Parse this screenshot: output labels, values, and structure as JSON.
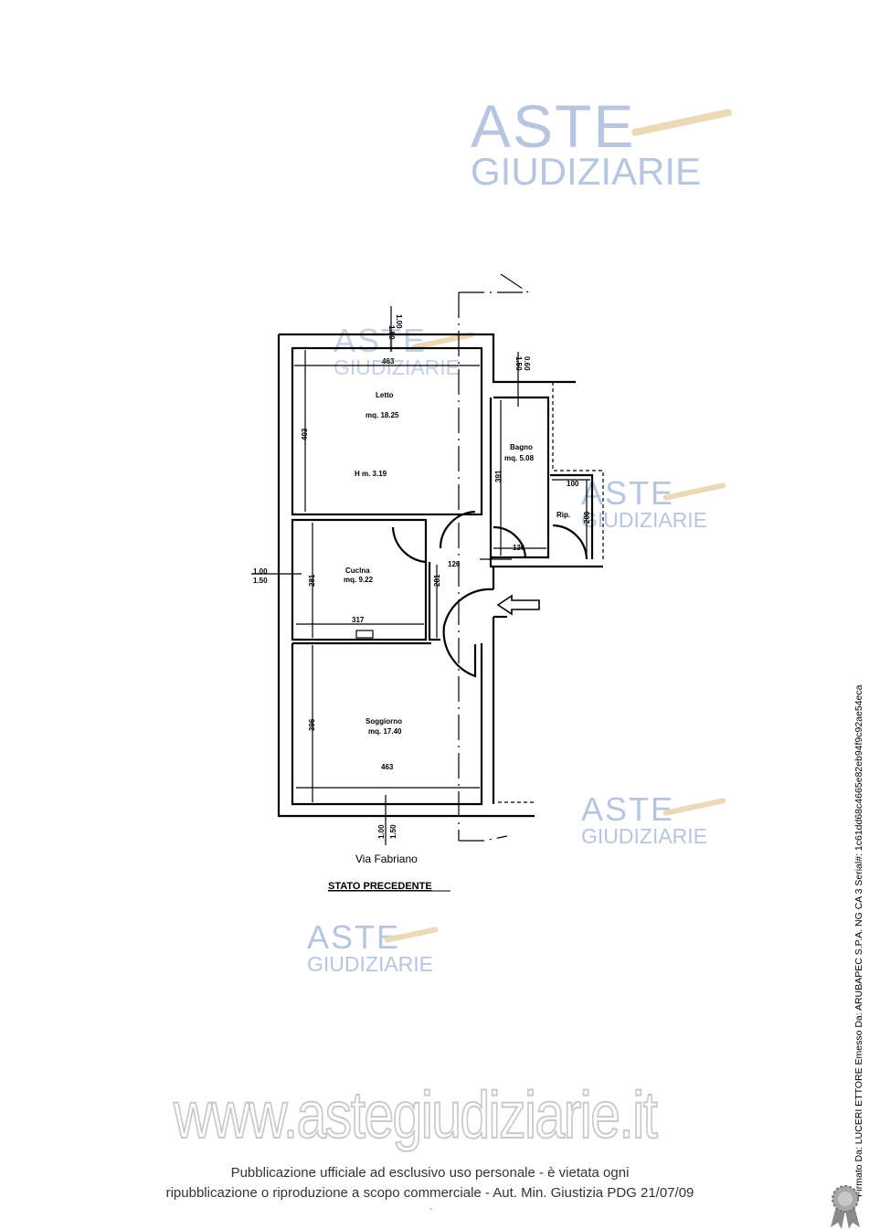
{
  "watermark": {
    "line1": "ASTE",
    "line2": "GIUDIZIARIE"
  },
  "plan": {
    "rooms": [
      {
        "name": "Letto",
        "area": "mq. 18.25",
        "height": "H m. 3.19"
      },
      {
        "name": "Bagno",
        "area": "mq. 5.08"
      },
      {
        "name": "Rip."
      },
      {
        "name": "Cuclna",
        "area": "mq. 9.22"
      },
      {
        "name": "Soggiorno",
        "area": "mq. 17.40"
      }
    ],
    "dims": {
      "letto_w": "463",
      "letto_h": "403",
      "bagno_h": "391",
      "bagno_w": "136",
      "rip_w": "100",
      "rip_h": "200",
      "corr_w": "126",
      "corr_h": "281",
      "cucina_h": "281",
      "cucina_w": "317",
      "sogg_h": "396",
      "sogg_w": "463"
    },
    "windows": {
      "top_a": "1.50",
      "top_b": "1.00",
      "bagno_a": "1.50",
      "bagno_b": "0.60",
      "left_a": "1.00",
      "left_b": "1.50",
      "bottom_a": "1.00",
      "bottom_b": "1.50"
    },
    "street": "Via Fabriano",
    "title": "STATO PRECEDENTE"
  },
  "site_watermark": "www.astegiudiziarie.it",
  "footer": {
    "line1": "Pubblicazione ufficiale ad esclusivo uso personale - è vietata ogni",
    "line2": "ripubblicazione o riproduzione a scopo commerciale - Aut. Min. Giustizia PDG 21/07/09",
    "mark": "-"
  },
  "signature": "Firmato Da: LUCERI ETTORE Emesso Da: ARUBAPEC S.P.A. NG CA 3 Serial#: 1c61dd68c4665e82eb94f9c92ae54eca"
}
